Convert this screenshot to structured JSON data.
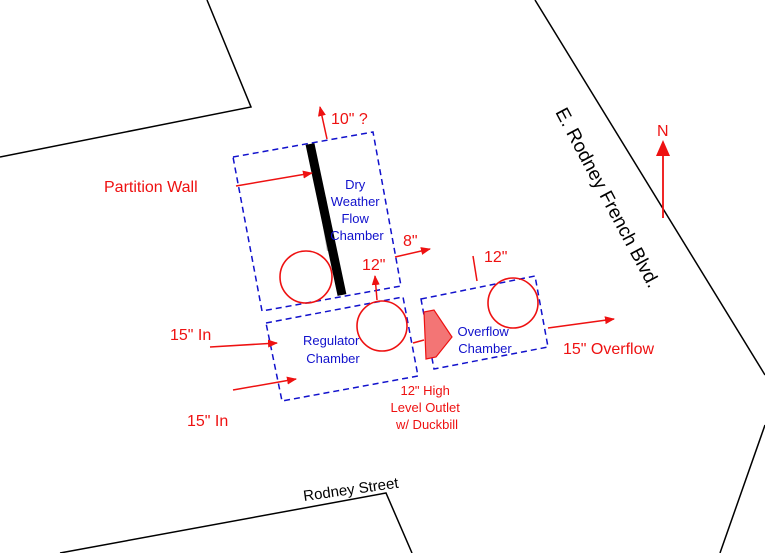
{
  "streets": {
    "boulevard": "E. Rodney French Blvd.",
    "street": "Rodney Street"
  },
  "north": "N",
  "chambers": {
    "dry_weather": [
      "Dry",
      "Weather",
      "Flow",
      "Chamber"
    ],
    "regulator": [
      "Regulator",
      "Chamber"
    ],
    "overflow": [
      "Overflow",
      "Chamber"
    ]
  },
  "labels": {
    "partition_wall": "Partition Wall",
    "pipe_10": "10\" ?",
    "pipe_8": "8\"",
    "pipe_12_reg": "12\"",
    "pipe_12_ovf": "12\"",
    "inlet_1": "15\" In",
    "inlet_2": "15\" In",
    "overflow_out": "15\" Overflow",
    "high_outlet": [
      "12\" High",
      "Level Outlet",
      "w/ Duckbill"
    ]
  },
  "colors": {
    "annotation": "#ee1111",
    "chamber": "#1111cc",
    "building": "#000000",
    "wall_shade": "#b0b0b0"
  }
}
